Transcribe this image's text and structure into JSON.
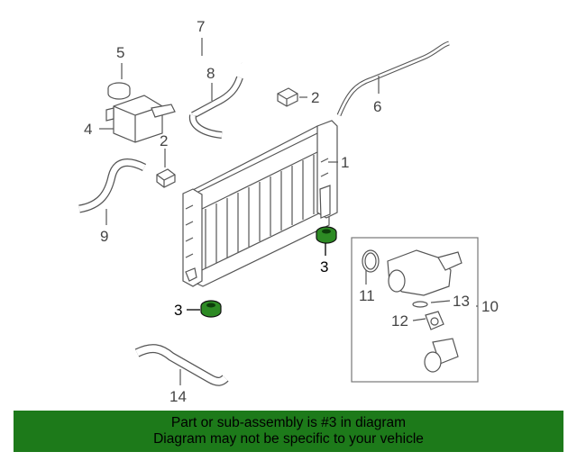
{
  "callouts": {
    "c1": "1",
    "c2a": "2",
    "c2b": "2",
    "c3a": "3",
    "c3b": "3",
    "c4": "4",
    "c5": "5",
    "c6": "6",
    "c7": "7",
    "c8": "8",
    "c9": "9",
    "c10": "10",
    "c11": "11",
    "c12": "12",
    "c13": "13",
    "c14": "14"
  },
  "highlight_color": "#1d7a1a",
  "banner": {
    "line1": "Part or sub-assembly is #3 in diagram",
    "line2": "Diagram may not be specific to your vehicle",
    "background": "#1d7a1a"
  }
}
